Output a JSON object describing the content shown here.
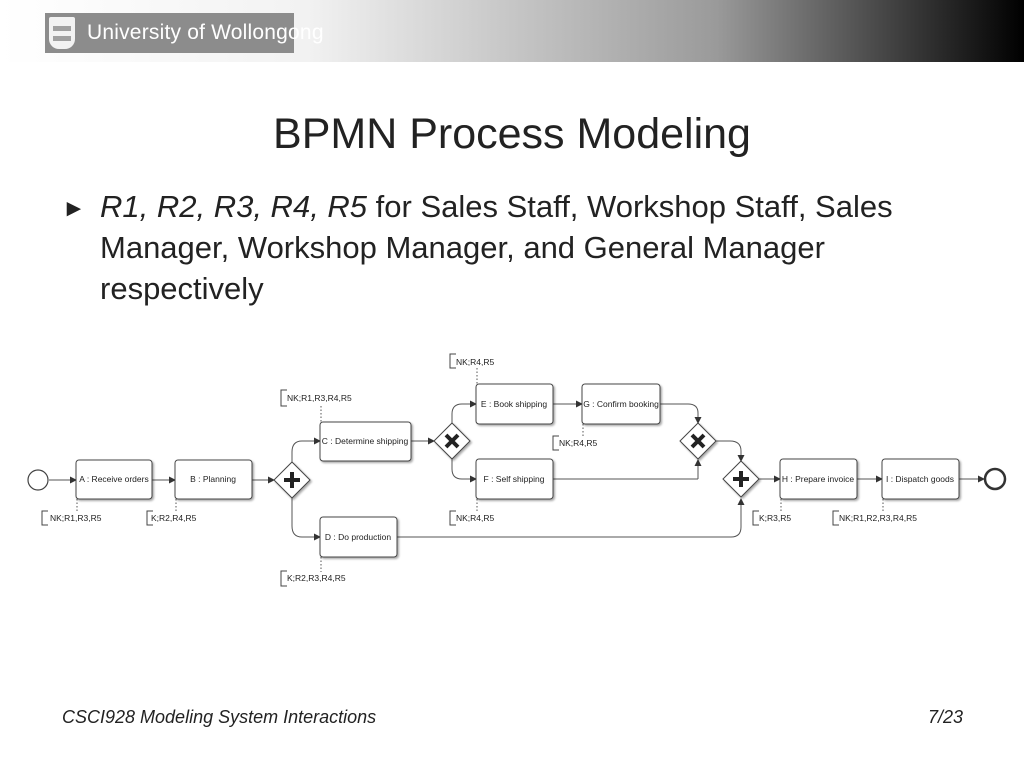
{
  "header": {
    "logo_text": "University of Wollongong"
  },
  "slide": {
    "title": "BPMN Process Modeling",
    "bullet": {
      "italic_part": "R1, R2, R3, R4, R5",
      "rest_part": " for Sales Staff, Workshop Staff, Sales Manager, Workshop Manager, and General Manager respectively"
    }
  },
  "diagram": {
    "tasks": {
      "a": "A : Receive orders",
      "b": "B : Planning",
      "c": "C : Determine shipping",
      "d": "D : Do production",
      "e": "E : Book shipping",
      "f": "F :  Self shipping",
      "g": "G : Confirm booking",
      "h": "H : Prepare invoice",
      "i": "I : Dispatch goods"
    },
    "annotations": {
      "a": "NK;R1,R3,R5",
      "b": "K;R2,R4,R5",
      "c": "NK;R1,R3,R4,R5",
      "d": "K;R2,R3,R4,R5",
      "e": "NK;R4,R5",
      "f": "NK;R4,R5",
      "g": "NK;R4,R5",
      "h": "K;R3,R5",
      "i": "NK;R1,R2,R3,R4,R5"
    }
  },
  "footer": {
    "course": "CSCI928 Modeling System Interactions",
    "page": "7/23"
  }
}
